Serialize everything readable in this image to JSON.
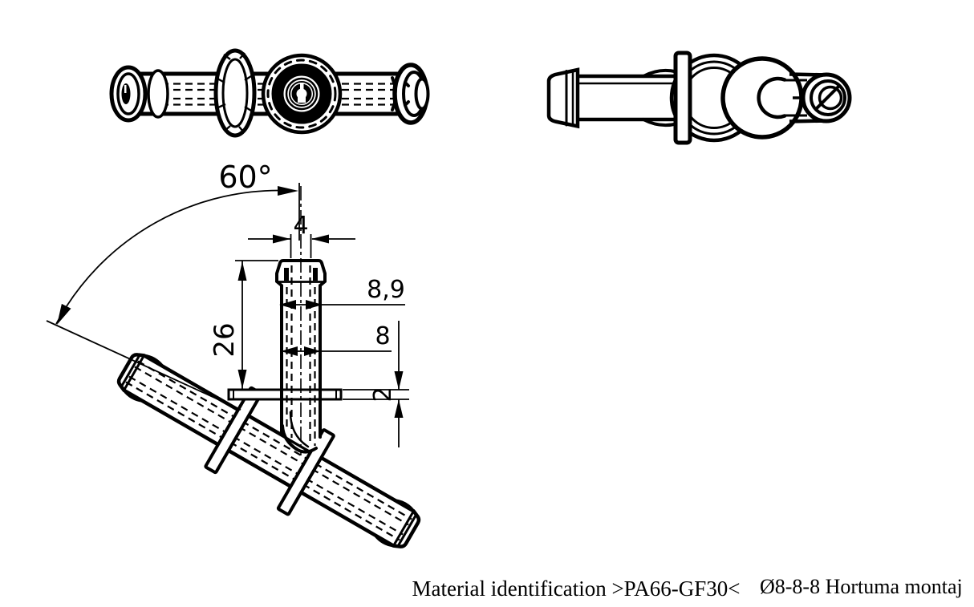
{
  "colors": {
    "ink": "#000000",
    "paper": "#ffffff"
  },
  "dimensions": {
    "angle": "60°",
    "tip_bore_diameter": "4",
    "barb_outer_diameter": "8,9",
    "tube_outer_diameter": "8",
    "branch_length": "26",
    "flange_thickness": "2"
  },
  "footer": {
    "material": "Material identification >PA66-GF30<",
    "title": "Ø8-8-8 Hortuma montaj"
  }
}
